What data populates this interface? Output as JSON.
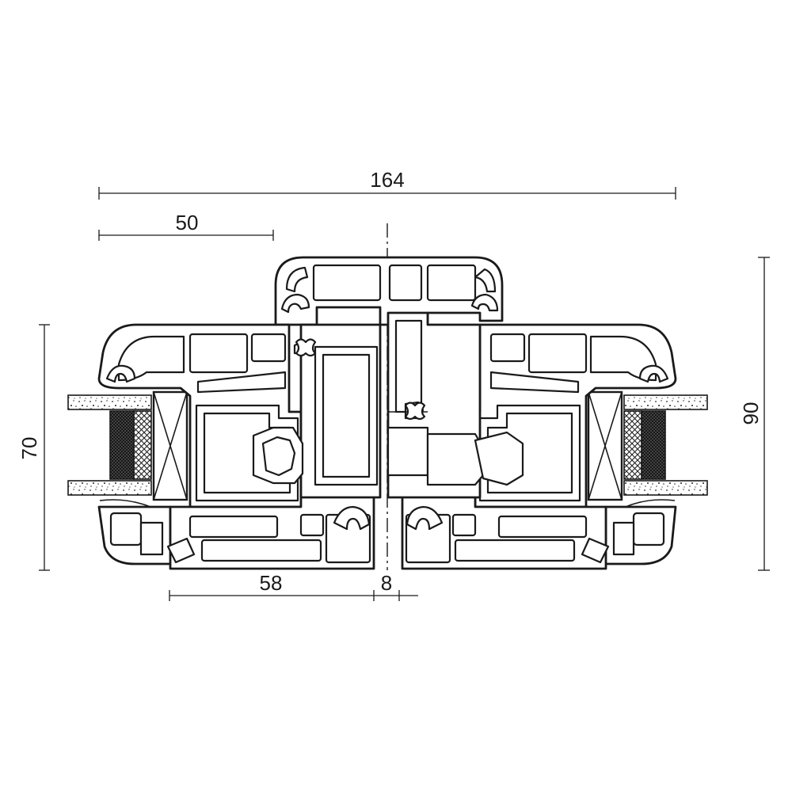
{
  "dimensions": {
    "total_width": "164",
    "sash_width": "50",
    "frame_height": "70",
    "overall_height": "90",
    "mullion_width": "58",
    "gap": "8"
  },
  "colors": {
    "line": "#1a1a1a",
    "background": "#ffffff"
  }
}
